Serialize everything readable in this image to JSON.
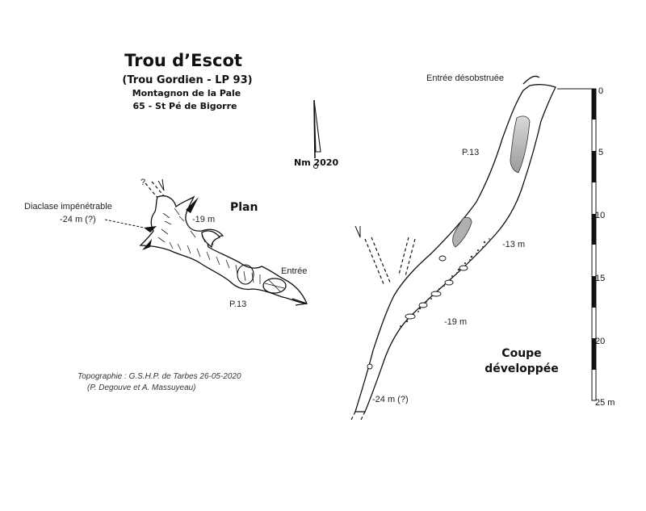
{
  "header": {
    "title": "Trou d’Escot",
    "subtitle": "(Trou Gordien - LP 93)",
    "place": "Montagnon de la Pale",
    "commune": "65 - St Pé de Bigorre"
  },
  "north": {
    "label": "Nm 2020"
  },
  "plan": {
    "title": "Plan",
    "diaclase_line1": "Diaclase impénétrable",
    "diaclase_line2": "-24 m (?)",
    "depth_19": "-19 m",
    "entrance": "Entrée",
    "pitch": "P.13",
    "question": "?"
  },
  "section": {
    "title_line1": "Coupe",
    "title_line2": "développée",
    "entrance": "Entrée désobstruée",
    "pitch": "P.13",
    "depth_13": "-13 m",
    "depth_19": "-19 m",
    "depth_24": "-24 m (?)"
  },
  "scale": {
    "ticks": [
      "0",
      "5",
      "10",
      "15",
      "20",
      "25 m"
    ]
  },
  "credits": {
    "line1": "Topographie : G.S.H.P. de Tarbes 26-05-2020",
    "line2": "(P. Degouve et A. Massuyeau)"
  },
  "colors": {
    "ink": "#111111",
    "shade": "#b8b8b8"
  }
}
